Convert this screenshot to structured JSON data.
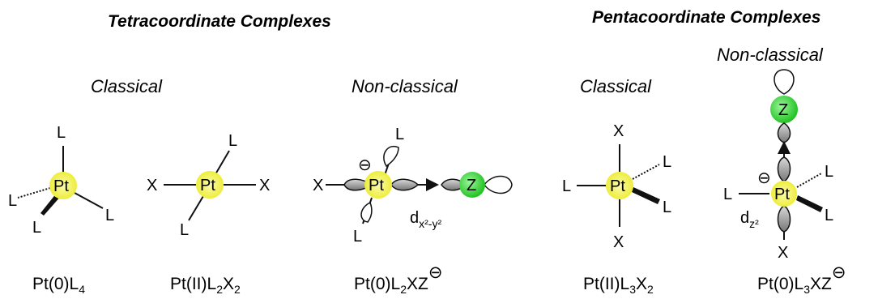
{
  "headings": {
    "tetra": "Tetracoordinate Complexes",
    "penta": "Pentacoordinate Complexes"
  },
  "subheadings": {
    "classical_tetra": "Classical",
    "nonclassical_tetra": "Non-classical",
    "classical_penta": "Classical",
    "nonclassical_penta": "Non-classical"
  },
  "atoms": {
    "pt": "Pt",
    "z": "Z",
    "l": "L",
    "x": "X",
    "minus": "⊖"
  },
  "orbitals": {
    "dx2y2_base": "d",
    "dx2y2_sub": "x²-y²",
    "dz2_base": "d",
    "dz2_sub": "z²"
  },
  "formulas": {
    "f1": {
      "base": "Pt(0)L",
      "sub1": "4"
    },
    "f2": {
      "base": "Pt(II)L",
      "sub1": "2",
      "mid": "X",
      "sub2": "2"
    },
    "f3": {
      "base": "Pt(0)L",
      "sub1": "2",
      "mid": "XZ",
      "sup": "⊖"
    },
    "f4": {
      "base": "Pt(II)L",
      "sub1": "3",
      "mid": "X",
      "sub2": "2"
    },
    "f5": {
      "base": "Pt(0)L",
      "sub1": "3",
      "mid": "XZ",
      "sup": "⊖"
    }
  },
  "colors": {
    "pt_fill": "#f3f25a",
    "z_fill": "#33dd33",
    "lobe_fill": "#9a9a9a",
    "text": "#111111"
  }
}
